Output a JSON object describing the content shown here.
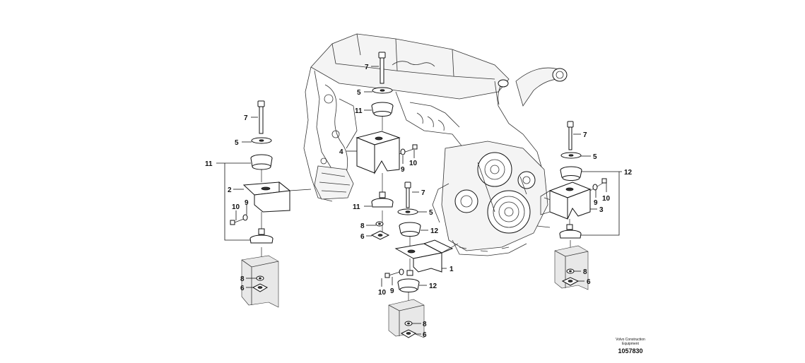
{
  "diagram": {
    "brand_line1": "Volvo Construction",
    "brand_line2": "Equipment",
    "drawing_number": "1057830"
  },
  "callouts": [
    {
      "id": "c7a",
      "text": "7"
    },
    {
      "id": "c5a",
      "text": "5"
    },
    {
      "id": "c11a",
      "text": "11"
    },
    {
      "id": "c4",
      "text": "4"
    },
    {
      "id": "c9a",
      "text": "9"
    },
    {
      "id": "c10a",
      "text": "10"
    },
    {
      "id": "c11b",
      "text": "11"
    },
    {
      "id": "c8a",
      "text": "8"
    },
    {
      "id": "c6a",
      "text": "6"
    },
    {
      "id": "c7b",
      "text": "7"
    },
    {
      "id": "c5b",
      "text": "5"
    },
    {
      "id": "c12a",
      "text": "12"
    },
    {
      "id": "c1",
      "text": "1"
    },
    {
      "id": "c9b",
      "text": "9"
    },
    {
      "id": "c10b",
      "text": "10"
    },
    {
      "id": "c12b",
      "text": "12"
    },
    {
      "id": "c8b",
      "text": "8"
    },
    {
      "id": "c6b",
      "text": "6"
    },
    {
      "id": "c7c",
      "text": "7"
    },
    {
      "id": "c5c",
      "text": "5"
    },
    {
      "id": "c11c",
      "text": "11"
    },
    {
      "id": "c2",
      "text": "2"
    },
    {
      "id": "c9c",
      "text": "9"
    },
    {
      "id": "c10c",
      "text": "10"
    },
    {
      "id": "c8c",
      "text": "8"
    },
    {
      "id": "c6c",
      "text": "6"
    },
    {
      "id": "c7d",
      "text": "7"
    },
    {
      "id": "c5d",
      "text": "5"
    },
    {
      "id": "c12c",
      "text": "12"
    },
    {
      "id": "c9d",
      "text": "9"
    },
    {
      "id": "c10d",
      "text": "10"
    },
    {
      "id": "c3",
      "text": "3"
    },
    {
      "id": "c8d",
      "text": "8"
    },
    {
      "id": "c6d",
      "text": "6"
    }
  ]
}
